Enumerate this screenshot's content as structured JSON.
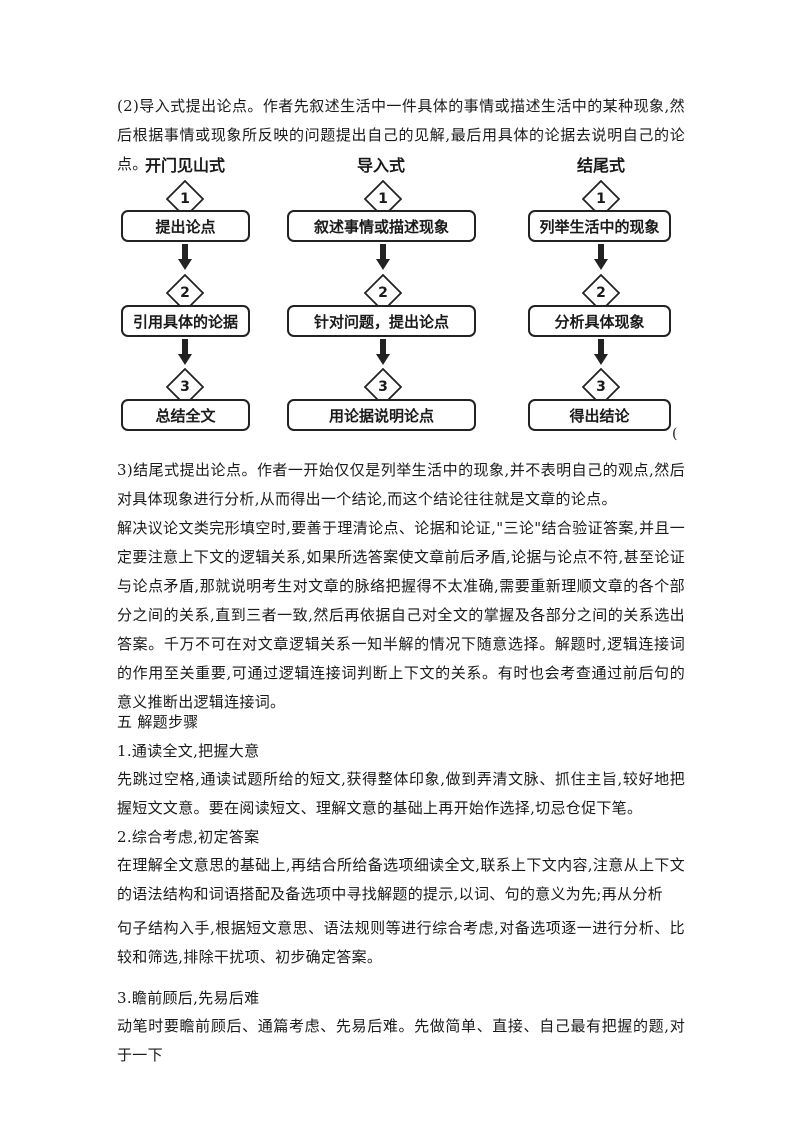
{
  "intro_paragraph": "(2)导入式提出论点。作者先叙述生活中一件具体的事情或描述生活中的某种现象,然后根据事情或现象所反映的问题提出自己的见解,最后用具体的论据去说明自己的论点。",
  "diagram": {
    "columns": [
      {
        "title": "开门见山式",
        "steps": [
          {
            "num": "1",
            "label": "提出论点"
          },
          {
            "num": "2",
            "label": "引用具体的论据"
          },
          {
            "num": "3",
            "label": "总结全文"
          }
        ]
      },
      {
        "title": "导入式",
        "steps": [
          {
            "num": "1",
            "label": "叙述事情或描述现象"
          },
          {
            "num": "2",
            "label": "针对问题，提出论点"
          },
          {
            "num": "3",
            "label": "用论据说明论点"
          }
        ]
      },
      {
        "title": "结尾式",
        "steps": [
          {
            "num": "1",
            "label": "列举生活中的现象"
          },
          {
            "num": "2",
            "label": "分析具体现象"
          },
          {
            "num": "3",
            "label": "得出结论"
          }
        ]
      }
    ],
    "stray_mark": "("
  },
  "paragraph_3": "3)结尾式提出论点。作者一开始仅仅是列举生活中的现象,并不表明自己的观点,然后对具体现象进行分析,从而得出一个结论,而这个结论往往就是文章的论点。",
  "paragraph_solve": "解决议论文类完形填空时,要善于理清论点、论据和论证,\"三论\"结合验证答案,并且一定要注意上下文的逻辑关系,如果所选答案使文章前后矛盾,论据与论点不符,甚至论证与论点矛盾,那就说明考生对文章的脉络把握得不太准确,需要重新理顺文章的各个部分之间的关系,直到三者一致,然后再依据自己对全文的掌握及各部分之间的关系选出答案。千万不可在对文章逻辑关系一知半解的情况下随意选择。解题时,逻辑连接词的作用至关重要,可通过逻辑连接词判断上下文的关系。有时也会考查通过前后句的意义推断出逻辑连接词。",
  "section_heading": "五  解题步骤",
  "step1": {
    "heading": "1.通读全文,把握大意",
    "body": "先跳过空格,通读试题所给的短文,获得整体印象,做到弄清文脉、抓住主旨,较好地把握短文文意。要在阅读短文、理解文意的基础上再开始作选择,切忌仓促下笔。"
  },
  "step2": {
    "heading": "2.综合考虑,初定答案",
    "body_a": "在理解全文意思的基础上,再结合所给备选项细读全文,联系上下文内容,注意从上下文的语法结构和词语搭配及备选项中寻找解题的提示,以词、句的意义为先;再从分析",
    "body_b": "句子结构入手,根据短文意思、语法规则等进行综合考虑,对备选项逐一进行分析、比较和筛选,排除干扰项、初步确定答案。"
  },
  "step3": {
    "heading": "3.瞻前顾后,先易后难",
    "body": "动笔时要瞻前顾后、通篇考虑、先易后难。先做简单、直接、自己最有把握的题,对于一下"
  }
}
